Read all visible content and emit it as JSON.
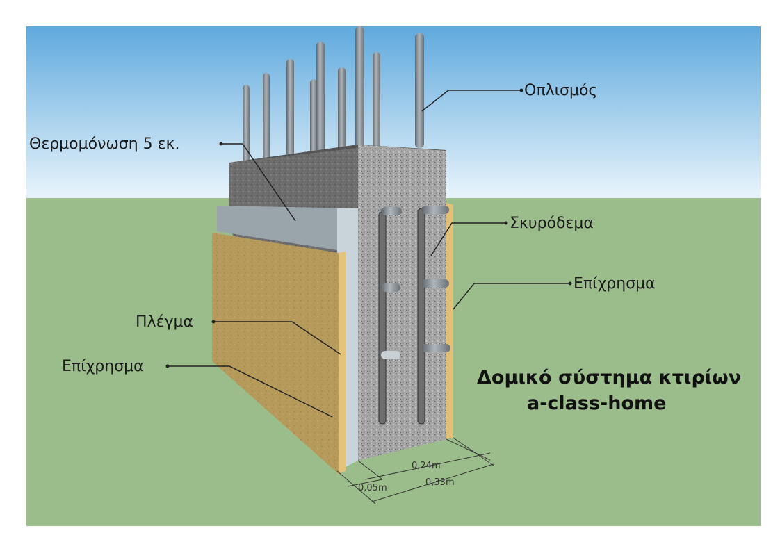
{
  "labels": {
    "reinforcement": "Οπλισμός",
    "insulation": "Θερμομόνωση 5 εκ.",
    "concrete": "Σκυρόδεμα",
    "plaster_right": "Επίχρησμα",
    "mesh": "Πλέγμα",
    "plaster_left": "Επίχρησμα"
  },
  "title": {
    "line1": "Δομικό σύστημα κτιρίων",
    "line2": "a-class-home"
  },
  "dimensions": {
    "concrete_width": "0,24m",
    "insulation_width": "0,05m",
    "total_width": "0,33m"
  },
  "colors": {
    "sky_top": "#5fa9dd",
    "sky_bottom": "#e6f3fb",
    "ground": "#9bbd8b",
    "concrete": "#9a9a9a",
    "insulation": "#c9d3da",
    "plaster": "#b89c5c",
    "rebar": "#8b949b"
  }
}
